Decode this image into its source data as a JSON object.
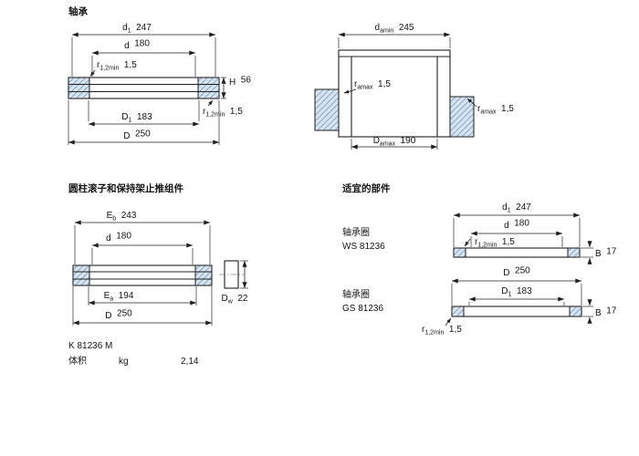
{
  "colors": {
    "background": "#ffffff",
    "line": "#1f1f1f",
    "hatch_fill": "#d7e3ef",
    "hatch_stroke": "#7499bc"
  },
  "bearing_section": {
    "title": "轴承",
    "dims": {
      "d1": {
        "sym": "d",
        "sub": "1",
        "val": "247"
      },
      "d": {
        "sym": "d",
        "sub": "",
        "val": "180"
      },
      "r12_upper": {
        "sym": "r",
        "sub": "1,2min",
        "val": "1,5"
      },
      "H": {
        "sym": "H",
        "sub": "",
        "val": "56"
      },
      "r12_lower": {
        "sym": "r",
        "sub": "1,2min",
        "val": "1,5"
      },
      "D1": {
        "sym": "D",
        "sub": "1",
        "val": "183"
      },
      "D": {
        "sym": "D",
        "sub": "",
        "val": "250"
      }
    }
  },
  "abutment_section": {
    "dims": {
      "da_min": {
        "sym": "d",
        "sub": "amin",
        "val": "245"
      },
      "ra_left": {
        "sym": "r",
        "sub": "amax",
        "val": "1,5"
      },
      "ra_right": {
        "sym": "r",
        "sub": "amax",
        "val": "1,5"
      },
      "Da_max": {
        "sym": "D",
        "sub": "amax",
        "val": "190"
      }
    }
  },
  "assembly_section": {
    "title": "圆柱滚子和保持架止推组件",
    "dims": {
      "Eb": {
        "sym": "E",
        "sub": "b",
        "val": "243"
      },
      "d": {
        "sym": "d",
        "sub": "",
        "val": "180"
      },
      "Ea": {
        "sym": "E",
        "sub": "a",
        "val": "194"
      },
      "D": {
        "sym": "D",
        "sub": "",
        "val": "250"
      },
      "Dw": {
        "sym": "D",
        "sub": "w",
        "val": "22"
      }
    },
    "designation": "K 81236 M",
    "mass_label": "体积",
    "mass_unit": "kg",
    "mass_value": "2,14"
  },
  "components_section": {
    "title": "适宜的部件",
    "ws": {
      "label": "轴承圈",
      "designation": "WS 81236",
      "dims": {
        "d1": {
          "sym": "d",
          "sub": "1",
          "val": "247"
        },
        "d": {
          "sym": "d",
          "sub": "",
          "val": "180"
        },
        "r12": {
          "sym": "r",
          "sub": "1,2min",
          "val": "1,5"
        },
        "B": {
          "sym": "B",
          "sub": "",
          "val": "17"
        }
      }
    },
    "gs": {
      "label": "轴承圈",
      "designation": "GS 81236",
      "dims": {
        "D": {
          "sym": "D",
          "sub": "",
          "val": "250"
        },
        "D1": {
          "sym": "D",
          "sub": "1",
          "val": "183"
        },
        "B": {
          "sym": "B",
          "sub": "",
          "val": "17"
        },
        "r12": {
          "sym": "r",
          "sub": "1,2min",
          "val": "1,5"
        }
      }
    }
  }
}
